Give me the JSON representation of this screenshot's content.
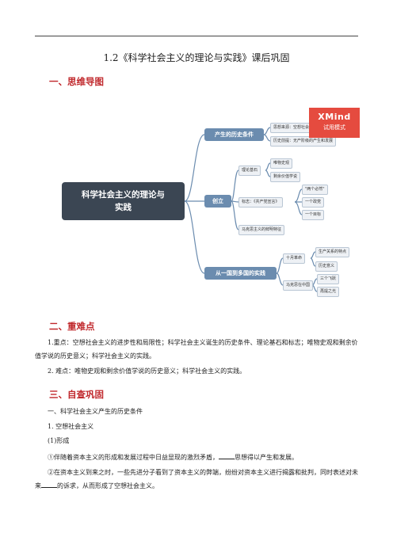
{
  "doc": {
    "title": "1.2《科学社会主义的理论与实践》课后巩固",
    "section1": "一、思维导图",
    "section2": "二、重难点",
    "section3": "三、自查巩固",
    "key_point": "1.重点：空想社会主义的进步性和局限性；科学社会主义诞生的历史条件、理论基石和标志；唯物史观和剩余价值学说的历史意义；科学社会主义的实践。",
    "difficult_point": "2. 难点：唯物史观和剩余价值学说的历史意义；科学社会主义的实践。",
    "review_heading": "一、科学社会主义产生的历史条件",
    "sub1": "1. 空想社会主义",
    "sub1a": "(1)形成",
    "item1_pre": "①伴随着资本主义的形成和发展过程中日益显现的激烈矛盾，",
    "item1_post": "思想得以产生和发展。",
    "item2_pre": "②在资本主义到来之时，一些先进分子看到了资本主义的弊端，纷纷对资本主义进行揭露和批判，同时表述对未来",
    "item2_post": "的诉求，从而形成了空想社会主义。"
  },
  "mindmap": {
    "root_line1": "科学社会主义的理论与",
    "root_line2": "实践",
    "branch1": "产生的历史条件",
    "branch1_items": [
      "思想来源：空想社会主义",
      "历史前提：无产阶级的产生和发展"
    ],
    "branch2": "创立",
    "branch2_a": "理论基石",
    "branch2_a_items": [
      "唯物史观",
      "剩余价值学说"
    ],
    "branch2_b": "标志：《共产党宣言》",
    "branch2_b_items": [
      "\"两个必然\"",
      "一个政党",
      "一个目标"
    ],
    "branch2_c": "马克思主义的鲜明特征",
    "branch3": "从一国到多国的实践",
    "branch3_a": "十月革命",
    "branch3_a_items": [
      "生产关系的特点",
      "历史意义"
    ],
    "branch3_b": "马克思在中国",
    "branch3_b_items": [
      "三个飞跃",
      "再提之光"
    ],
    "watermark_line1": "XMind",
    "watermark_line2": "试用模式",
    "line_color": "#6b8caf"
  }
}
